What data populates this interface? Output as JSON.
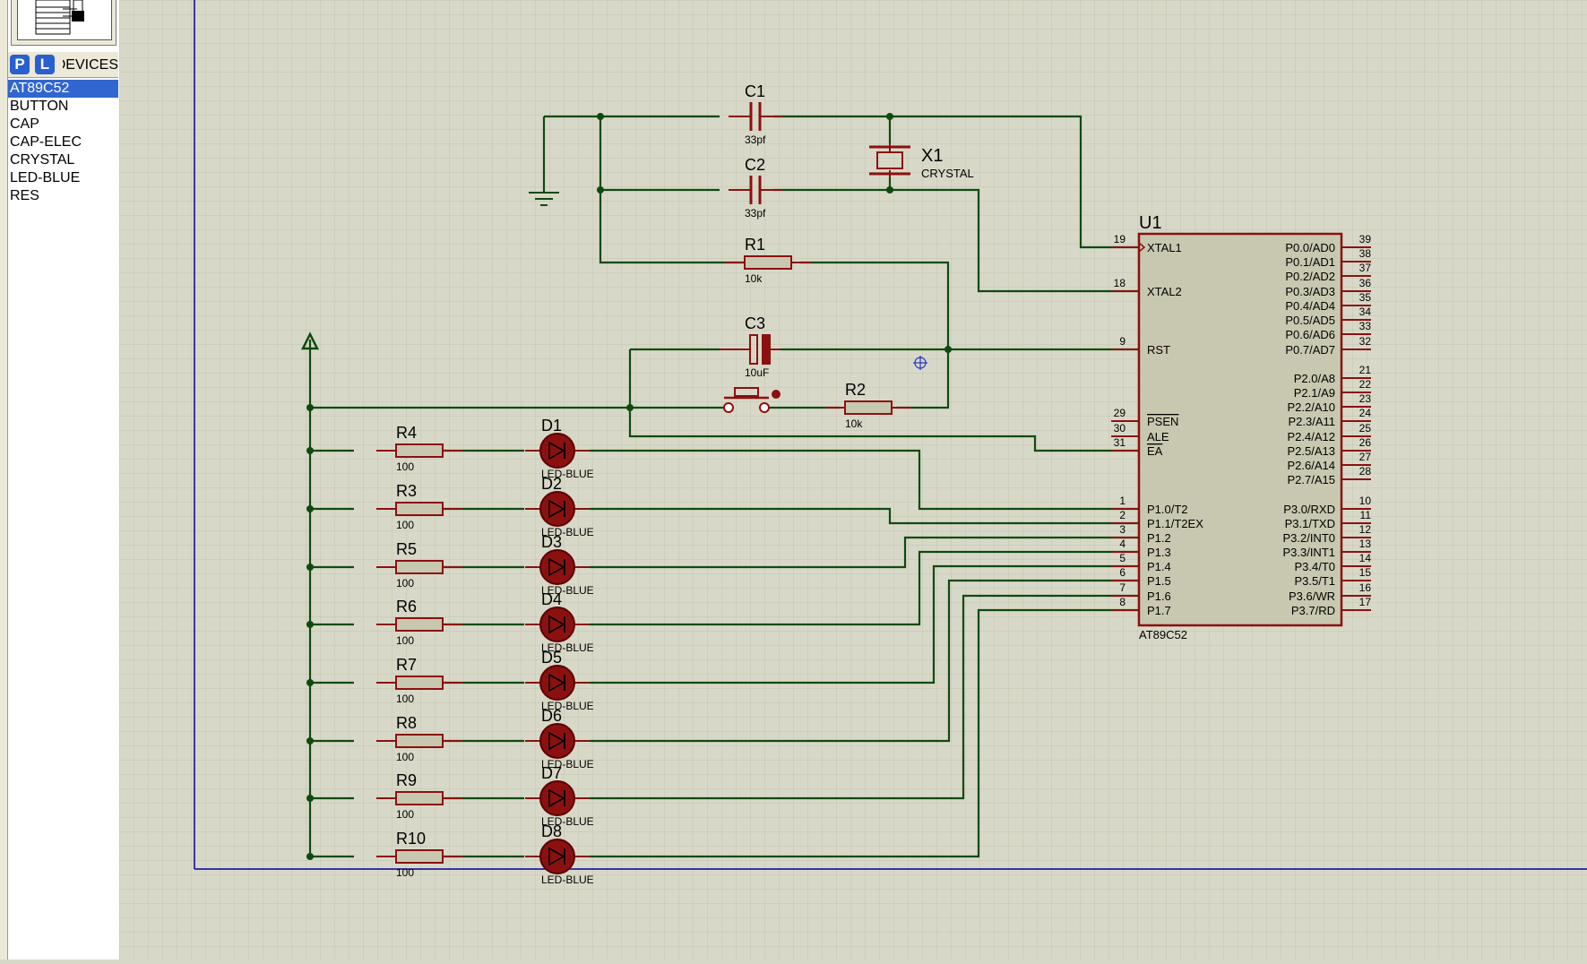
{
  "picker": {
    "p_label": "P",
    "l_label": "L",
    "title": "DEVICES"
  },
  "devices": [
    "AT89C52",
    "BUTTON",
    "CAP",
    "CAP-ELEC",
    "CRYSTAL",
    "LED-BLUE",
    "RES"
  ],
  "selected_device": "AT89C52",
  "schematic": {
    "c1": {
      "ref": "C1",
      "value": "33pf"
    },
    "c2": {
      "ref": "C2",
      "value": "33pf"
    },
    "c3": {
      "ref": "C3",
      "value": "10uF"
    },
    "x1": {
      "ref": "X1",
      "value": "CRYSTAL"
    },
    "r1": {
      "ref": "R1",
      "value": "10k"
    },
    "r2": {
      "ref": "R2",
      "value": "10k"
    },
    "u1": {
      "ref": "U1",
      "part": "AT89C52",
      "left_pins": [
        {
          "num": "19",
          "name": "XTAL1"
        },
        {
          "num": "18",
          "name": "XTAL2"
        },
        {
          "num": "9",
          "name": "RST"
        },
        {
          "num": "29",
          "name": "PSEN"
        },
        {
          "num": "30",
          "name": "ALE"
        },
        {
          "num": "31",
          "name": "EA"
        },
        {
          "num": "1",
          "name": "P1.0/T2"
        },
        {
          "num": "2",
          "name": "P1.1/T2EX"
        },
        {
          "num": "3",
          "name": "P1.2"
        },
        {
          "num": "4",
          "name": "P1.3"
        },
        {
          "num": "5",
          "name": "P1.4"
        },
        {
          "num": "6",
          "name": "P1.5"
        },
        {
          "num": "7",
          "name": "P1.6"
        },
        {
          "num": "8",
          "name": "P1.7"
        }
      ],
      "right_pins": [
        {
          "num": "39",
          "name": "P0.0/AD0"
        },
        {
          "num": "38",
          "name": "P0.1/AD1"
        },
        {
          "num": "37",
          "name": "P0.2/AD2"
        },
        {
          "num": "36",
          "name": "P0.3/AD3"
        },
        {
          "num": "35",
          "name": "P0.4/AD4"
        },
        {
          "num": "34",
          "name": "P0.5/AD5"
        },
        {
          "num": "33",
          "name": "P0.6/AD6"
        },
        {
          "num": "32",
          "name": "P0.7/AD7"
        },
        {
          "num": "21",
          "name": "P2.0/A8"
        },
        {
          "num": "22",
          "name": "P2.1/A9"
        },
        {
          "num": "23",
          "name": "P2.2/A10"
        },
        {
          "num": "24",
          "name": "P2.3/A11"
        },
        {
          "num": "25",
          "name": "P2.4/A12"
        },
        {
          "num": "26",
          "name": "P2.5/A13"
        },
        {
          "num": "27",
          "name": "P2.6/A14"
        },
        {
          "num": "28",
          "name": "P2.7/A15"
        },
        {
          "num": "10",
          "name": "P3.0/RXD"
        },
        {
          "num": "11",
          "name": "P3.1/TXD"
        },
        {
          "num": "12",
          "name": "P3.2/INT0"
        },
        {
          "num": "13",
          "name": "P3.3/INT1"
        },
        {
          "num": "14",
          "name": "P3.4/T0"
        },
        {
          "num": "15",
          "name": "P3.5/T1"
        },
        {
          "num": "16",
          "name": "P3.6/WR"
        },
        {
          "num": "17",
          "name": "P3.7/RD"
        }
      ]
    },
    "led_rows": [
      {
        "res": "R4",
        "res_value": "100",
        "led": "D1",
        "led_type": "LED-BLUE"
      },
      {
        "res": "R3",
        "res_value": "100",
        "led": "D2",
        "led_type": "LED-BLUE"
      },
      {
        "res": "R5",
        "res_value": "100",
        "led": "D3",
        "led_type": "LED-BLUE"
      },
      {
        "res": "R6",
        "res_value": "100",
        "led": "D4",
        "led_type": "LED-BLUE"
      },
      {
        "res": "R7",
        "res_value": "100",
        "led": "D5",
        "led_type": "LED-BLUE"
      },
      {
        "res": "R8",
        "res_value": "100",
        "led": "D6",
        "led_type": "LED-BLUE"
      },
      {
        "res": "R9",
        "res_value": "100",
        "led": "D7",
        "led_type": "LED-BLUE"
      },
      {
        "res": "R10",
        "res_value": "100",
        "led": "D8",
        "led_type": "LED-BLUE"
      }
    ]
  },
  "colors": {
    "background": "#d8d8c8",
    "wire": "#0f4a0f",
    "component": "#8b1010",
    "chip_body": "#c8c8b0",
    "sheet_border": "#0000a0",
    "selection": "#3166d0"
  }
}
